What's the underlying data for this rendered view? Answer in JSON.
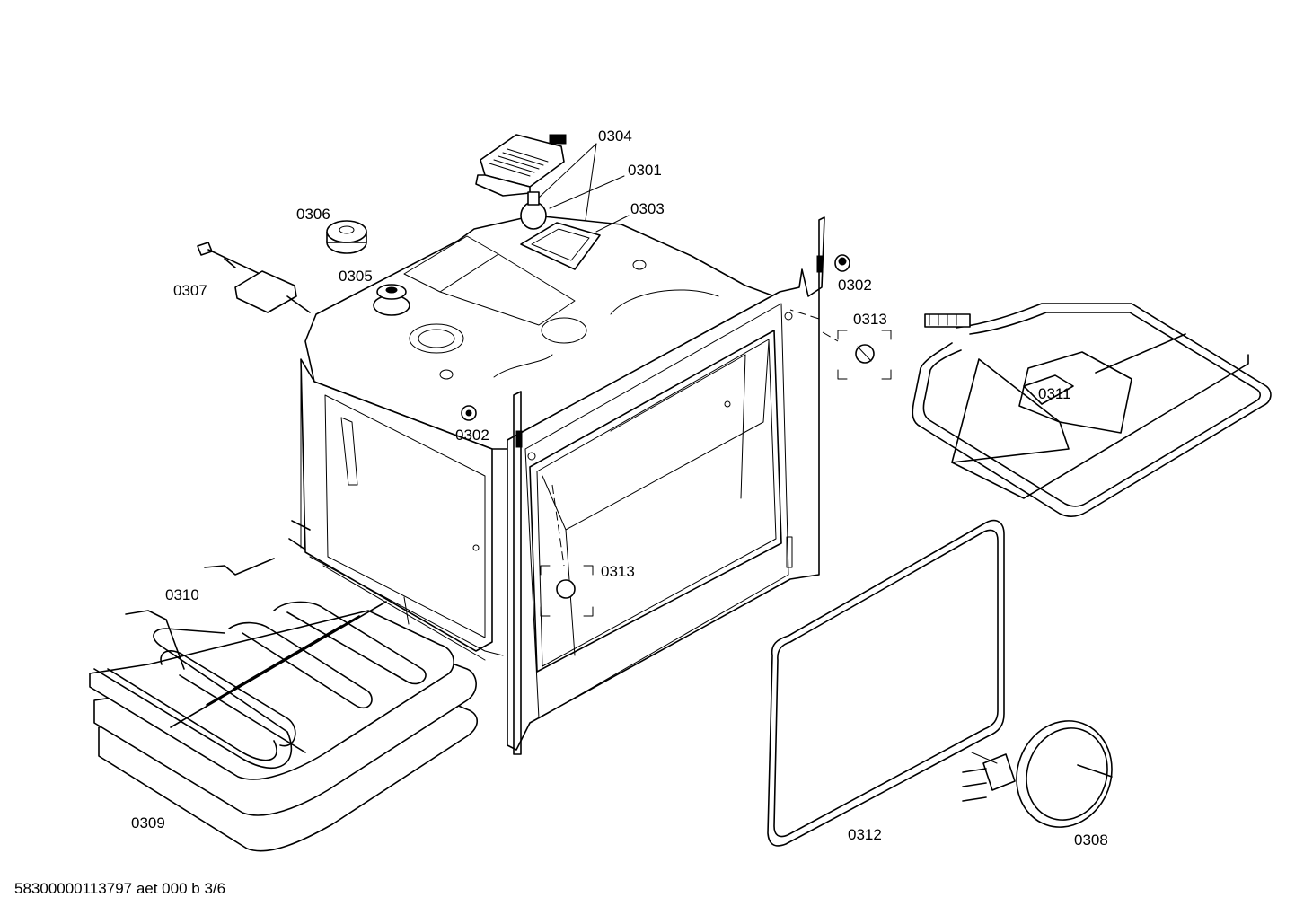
{
  "labels": {
    "p0304": "0304",
    "p0301": "0301",
    "p0303": "0303",
    "p0306": "0306",
    "p0305": "0305",
    "p0307": "0307",
    "p0302_right": "0302",
    "p0313_right": "0313",
    "p0302_left": "0302",
    "p0311": "0311",
    "p0310": "0310",
    "p0313_left": "0313",
    "p0309": "0309",
    "p0312": "0312",
    "p0308": "0308"
  },
  "footer": "58300000113797 aet 000 b 3/6"
}
